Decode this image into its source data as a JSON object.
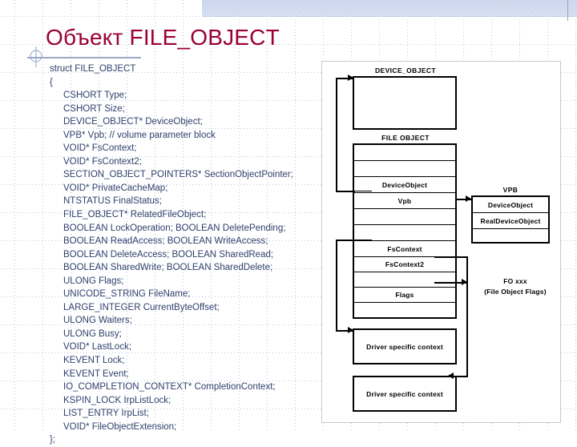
{
  "slide": {
    "title": "Объект FILE_OBJECT",
    "title_color": "#9b0033",
    "code_color": "#2f3f6b",
    "background": "graph-paper-grid"
  },
  "code": {
    "language": "c",
    "lines": [
      {
        "indent": 1,
        "text": "struct FILE_OBJECT"
      },
      {
        "indent": 1,
        "text": "{"
      },
      {
        "indent": 2,
        "text": "CSHORT Type;"
      },
      {
        "indent": 2,
        "text": "CSHORT Size;"
      },
      {
        "indent": 2,
        "text": "DEVICE_OBJECT* DeviceObject;"
      },
      {
        "indent": 2,
        "text": "VPB* Vpb; // volume parameter block"
      },
      {
        "indent": 2,
        "text": "VOID* FsContext;"
      },
      {
        "indent": 2,
        "text": "VOID* FsContext2;"
      },
      {
        "indent": 2,
        "text": "SECTION_OBJECT_POINTERS* SectionObjectPointer;"
      },
      {
        "indent": 2,
        "text": "VOID* PrivateCacheMap;"
      },
      {
        "indent": 2,
        "text": "NTSTATUS FinalStatus;"
      },
      {
        "indent": 2,
        "text": "FILE_OBJECT* RelatedFileObject;"
      },
      {
        "indent": 2,
        "text": "BOOLEAN LockOperation; BOOLEAN DeletePending;"
      },
      {
        "indent": 2,
        "text": "BOOLEAN ReadAccess; BOOLEAN WriteAccess;"
      },
      {
        "indent": 2,
        "text": "BOOLEAN DeleteAccess; BOOLEAN SharedRead;"
      },
      {
        "indent": 2,
        "text": "BOOLEAN SharedWrite; BOOLEAN SharedDelete;"
      },
      {
        "indent": 2,
        "text": "ULONG Flags;"
      },
      {
        "indent": 2,
        "text": "UNICODE_STRING FileName;"
      },
      {
        "indent": 2,
        "text": "LARGE_INTEGER CurrentByteOffset;"
      },
      {
        "indent": 2,
        "text": "ULONG Waiters;"
      },
      {
        "indent": 2,
        "text": "ULONG Busy;"
      },
      {
        "indent": 2,
        "text": "VOID* LastLock;"
      },
      {
        "indent": 2,
        "text": "KEVENT Lock;"
      },
      {
        "indent": 2,
        "text": "KEVENT Event;"
      },
      {
        "indent": 2,
        "text": "IO_COMPLETION_CONTEXT* CompletionContext;"
      },
      {
        "indent": 2,
        "text": "KSPIN_LOCK IrpListLock;"
      },
      {
        "indent": 2,
        "text": "LIST_ENTRY IrpList;"
      },
      {
        "indent": 2,
        "text": "VOID* FileObjectExtension;"
      },
      {
        "indent": 1,
        "text": "};"
      }
    ]
  },
  "diagram": {
    "device_object": {
      "header": "DEVICE_OBJECT",
      "rows": [
        ""
      ]
    },
    "file_object": {
      "header": "FILE OBJECT",
      "rows": [
        "",
        "",
        "DeviceObject",
        "Vpb",
        "",
        "",
        "FsContext",
        "FsContext2",
        "",
        "Flags",
        ""
      ]
    },
    "vpb": {
      "header": "VPB",
      "rows": [
        "DeviceObject",
        "RealDeviceObject",
        ""
      ]
    },
    "flags_label": {
      "line1": "FO  xxx",
      "line2": "(File Object Flags)"
    },
    "driver_contexts": [
      "Driver specific context",
      "Driver specific context"
    ]
  }
}
